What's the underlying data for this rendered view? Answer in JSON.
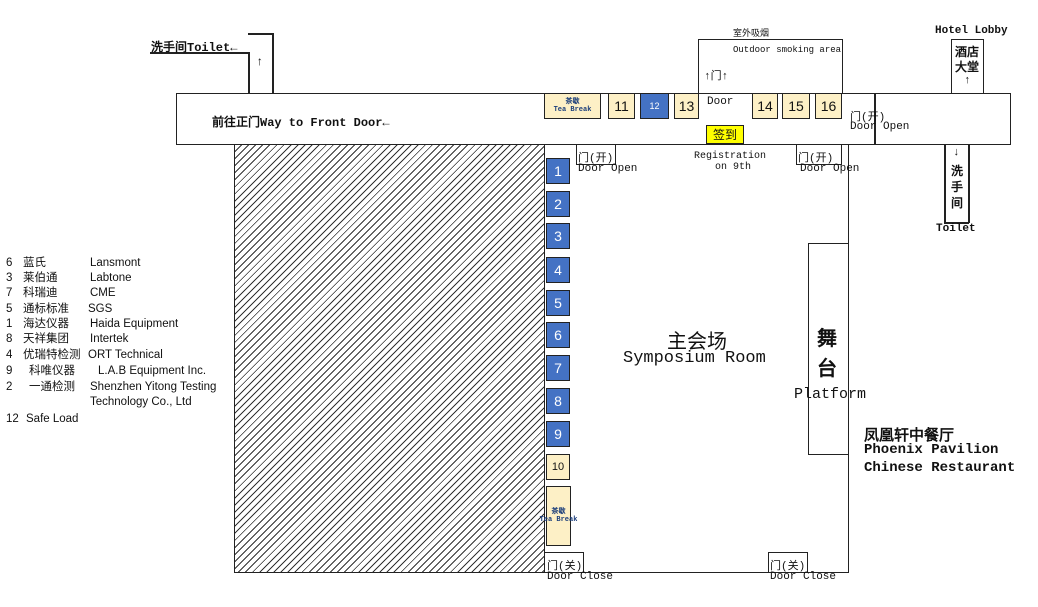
{
  "labels": {
    "toilet_top_left": "洗手间Toilet←",
    "front_door": "前往正门Way to Front Door←",
    "outdoor_cn": "室外吸烟",
    "outdoor_en": "Outdoor smoking area",
    "door_up": "↑门↑",
    "door": "Door",
    "registration_cn": "签到",
    "registration_en_1": "Registration",
    "registration_en_2": "on 9th",
    "hotel_lobby": "Hotel Lobby",
    "hotel_lobby_cn_1": "酒店",
    "hotel_lobby_cn_2": "大堂",
    "door_open_cn": "门(开)",
    "door_open_en": "Door Open",
    "door_close_cn": "门(关)",
    "door_close_en": "Door Close",
    "toilet_right_cn": [
      "洗",
      "手",
      "间"
    ],
    "toilet_right_en": "Toilet",
    "arrow_up": "↑",
    "arrow_down": "↓",
    "symposium_cn": "主会场",
    "symposium_en": "Symposium Room",
    "platform_cn_1": "舞",
    "platform_cn_2": "台",
    "platform_en": "Platform",
    "restaurant_cn": "凤凰轩中餐厅",
    "restaurant_en_1": "Phoenix Pavilion",
    "restaurant_en_2": "Chinese Restaurant",
    "tea_break_cn": "茶歇",
    "tea_break_en": "Tea Break"
  },
  "booths_top": [
    "11",
    "12",
    "13",
    "14",
    "15",
    "16"
  ],
  "booths_left": [
    "1",
    "2",
    "3",
    "4",
    "5",
    "6",
    "7",
    "8",
    "9",
    "10"
  ],
  "legend": [
    {
      "num": "6",
      "cn": "蓝氏",
      "en": "Lansmont"
    },
    {
      "num": "3",
      "cn": "莱伯通",
      "en": "Labtone"
    },
    {
      "num": "7",
      "cn": "科瑞迪",
      "en": "CME"
    },
    {
      "num": "5",
      "cn": "通标标准",
      "en": "SGS"
    },
    {
      "num": "1",
      "cn": "海达仪器",
      "en": "Haida Equipment"
    },
    {
      "num": "8",
      "cn": "天祥集团",
      "en": "Intertek"
    },
    {
      "num": "4",
      "cn": "优瑞特检测",
      "en": "ORT Technical"
    },
    {
      "num": "9",
      "cn": "科唯仪器",
      "en": "L.A.B Equipment Inc."
    },
    {
      "num": "2",
      "cn": "一通检测",
      "en": "Shenzhen Yitong Testing"
    },
    {
      "num": "",
      "cn": "",
      "en": "Technology Co., Ltd"
    },
    {
      "num": "12",
      "cn": "Safe Load",
      "en": ""
    }
  ]
}
